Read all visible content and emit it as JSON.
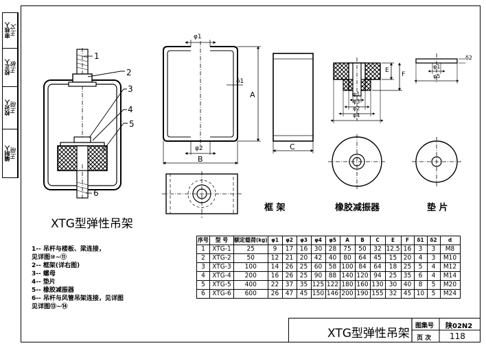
{
  "strip": [
    {
      "label": "审核人",
      "signature": "王文"
    },
    {
      "label": "校正人",
      "signature": "王敏"
    },
    {
      "label": "校对人",
      "signature": "王晓"
    },
    {
      "label": "编制人",
      "signature": "王晓"
    }
  ],
  "labels": {
    "main_title": "XTG型弹性吊架",
    "frame": "框 架",
    "damper": "橡胶减振器",
    "washer": "垫 片",
    "dim_A": "A",
    "dim_B": "B",
    "dim_C": "C",
    "dim_E": "E",
    "dim_F": "F",
    "dim_d1_top": "φ1",
    "dim_d1_side": "δ1",
    "dim_d2": "φ2",
    "dim_d1_rubber": "φ1",
    "dim_d3": "φ3",
    "dim_d2_rubber": "φ2",
    "dim_d4": "φ4",
    "dim_d1_washer": "φ1",
    "dim_d5": "φ5",
    "dim_delta2": "δ2",
    "callouts": [
      "1",
      "2",
      "3",
      "4",
      "5",
      "6"
    ]
  },
  "legend": [
    "1-- 吊杆与楼板、梁连接，",
    "      见详图⑩~⑪",
    "2-- 框架(详右图)",
    "3-- 螺母",
    "4-- 垫片",
    "5-- 橡胶减振器",
    "6-- 吊杆与风管吊架连接，见详图",
    "      见详图⑬~⑭"
  ],
  "table": {
    "headers": [
      "序号",
      "型 号",
      "额定载荷(kg)",
      "φ1",
      "φ2",
      "φ3",
      "φ4",
      "φ5",
      "A",
      "B",
      "C",
      "E",
      "F",
      "δ1",
      "δ2",
      "d"
    ],
    "rows": [
      [
        "1",
        "XTG-1",
        "25",
        "9",
        "17",
        "16",
        "30",
        "28",
        "75",
        "50",
        "32",
        "12.5",
        "16",
        "3",
        "3",
        "M8"
      ],
      [
        "2",
        "XTG-2",
        "50",
        "12",
        "21",
        "20",
        "42",
        "40",
        "80",
        "64",
        "45",
        "15",
        "20",
        "4",
        "3",
        "M10"
      ],
      [
        "3",
        "XTG-3",
        "100",
        "14",
        "26",
        "25",
        "60",
        "58",
        "100",
        "84",
        "64",
        "18",
        "25",
        "5",
        "4",
        "M12"
      ],
      [
        "4",
        "XTG-4",
        "200",
        "16",
        "26",
        "25",
        "90",
        "88",
        "140",
        "120",
        "94",
        "25",
        "35",
        "6",
        "4",
        "M14"
      ],
      [
        "5",
        "XTG-5",
        "400",
        "22",
        "37",
        "35",
        "125",
        "122",
        "180",
        "160",
        "130",
        "30",
        "40",
        "8",
        "5",
        "M20"
      ],
      [
        "6",
        "XTG-6",
        "600",
        "26",
        "47",
        "45",
        "150",
        "146",
        "200",
        "190",
        "155",
        "32",
        "45",
        "10",
        "5",
        "M24"
      ]
    ]
  },
  "title_block": {
    "title": "XTG型弹性吊架",
    "atlas_label": "图集号",
    "atlas_value": "陕02N2",
    "page_label": "页 次",
    "page_value": "118"
  }
}
